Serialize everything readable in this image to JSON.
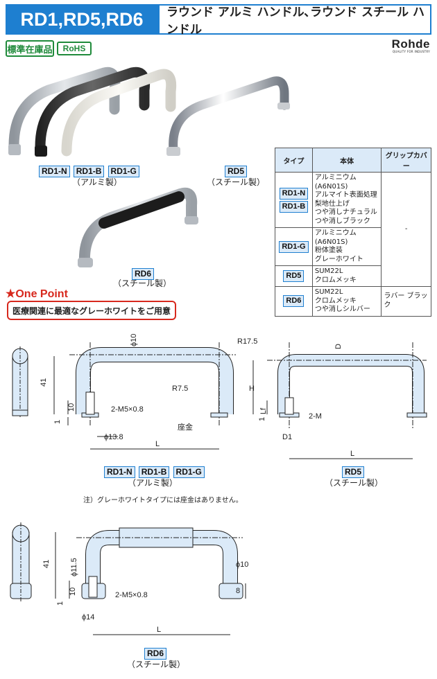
{
  "header": {
    "model_codes": "RD1,RD5,RD6",
    "title": "ラウンド アルミ ハンドル､ラウンド スチール ハンドル"
  },
  "badges": {
    "stock": "標準在庫品",
    "rohs": "RoHS"
  },
  "brand": {
    "name": "Rohde",
    "tagline": "QUALITY FOR INDUSTRY"
  },
  "photos": {
    "aluminum_tags": [
      "RD1-N",
      "RD1-B",
      "RD1-G"
    ],
    "aluminum_caption": "（アルミ製）",
    "rd5_tag": "RD5",
    "rd5_caption": "（スチール製）",
    "rd6_tag": "RD6",
    "rd6_caption": "（スチール製）"
  },
  "spec_table": {
    "headers": [
      "タイプ",
      "本体",
      "グリップカバー"
    ],
    "rows": [
      {
        "types": [
          "RD1-N",
          "RD1-B"
        ],
        "body": [
          "アルミニウム(A6N01S)",
          "アルマイト表面処理",
          "梨地仕上げ",
          "つや消しナチュラル",
          "つや消しブラック"
        ],
        "cover": "-"
      },
      {
        "types": [
          "RD1-G"
        ],
        "body": [
          "アルミニウム(A6N01S)",
          "粉体塗装",
          "グレーホワイト"
        ],
        "cover": ""
      },
      {
        "types": [
          "RD5"
        ],
        "body": [
          "SUM22L",
          "クロムメッキ"
        ],
        "cover": ""
      },
      {
        "types": [
          "RD6"
        ],
        "body": [
          "SUM22L",
          "クロムメッキ",
          "つや消しシルバー"
        ],
        "cover": "ラバー ブラック"
      }
    ]
  },
  "one_point": {
    "title": "★One Point",
    "text": "医療関連に最適なグレーホワイトをご用意"
  },
  "drawing_rd1": {
    "dims": {
      "dia": "ϕ10",
      "r_outer": "R17.5",
      "r_inner": "R7.5",
      "height": "41",
      "h10": "10",
      "h1": "1",
      "thread": "2-M5×0.8",
      "washer": "座金",
      "base_dia": "ϕ13.8",
      "length": "L"
    },
    "tags": [
      "RD1-N",
      "RD1-B",
      "RD1-G"
    ],
    "caption": "（アルミ製）"
  },
  "drawing_rd5": {
    "dims": {
      "d": "D",
      "h": "H",
      "lf": "Lf",
      "h1": "1",
      "thread": "2-M",
      "d1": "D1",
      "length": "L"
    },
    "tag": "RD5",
    "caption": "（スチール製）"
  },
  "note": "注）グレーホワイトタイプには座金はありません。",
  "drawing_rd6": {
    "dims": {
      "height": "41",
      "grip_dia": "ϕ11.5",
      "dia": "ϕ10",
      "h10": "10",
      "h1": "1",
      "thread": "2-M5×0.8",
      "h8": "8",
      "base_dia": "ϕ14",
      "length": "L"
    },
    "tag": "RD6",
    "caption": "（スチール製）"
  },
  "colors": {
    "accent": "#1e7fd0",
    "tag_fill": "#dbeaf8",
    "alert": "#d7281d",
    "rohs": "#1f8a3a"
  }
}
